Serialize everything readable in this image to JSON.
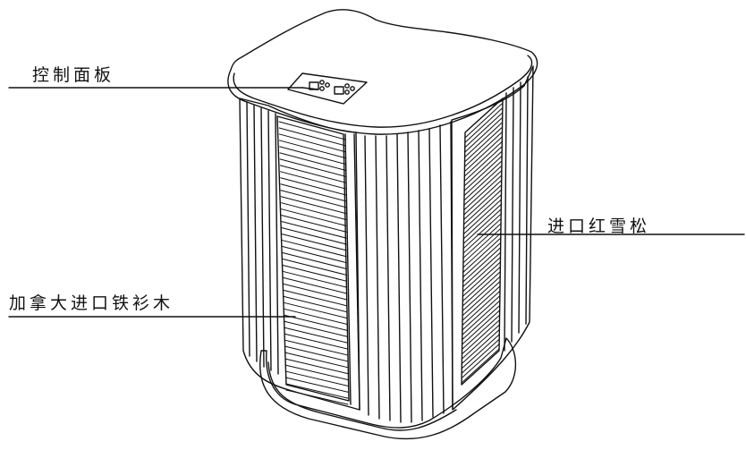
{
  "labels": {
    "control_panel": "控制面板",
    "red_cedar": "进口红雪松",
    "hemlock": "加拿大进口铁衫木"
  },
  "colors": {
    "stroke": "#111111",
    "background": "#ffffff"
  }
}
